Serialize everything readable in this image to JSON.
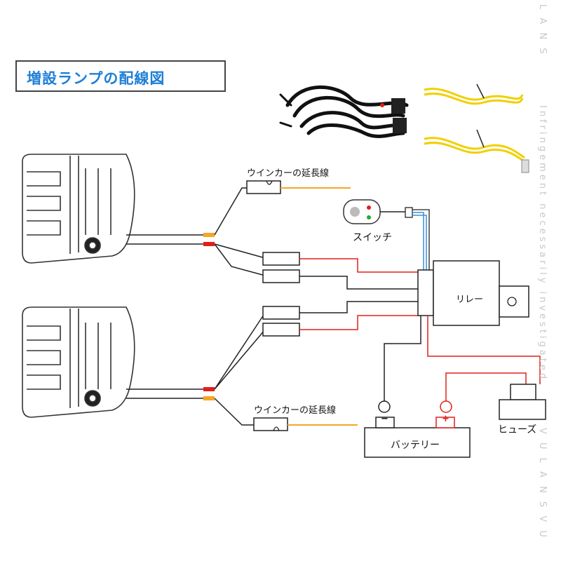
{
  "title": "増設ランプの配線図",
  "labels": {
    "turn_ext_top": "ウインカーの延長線",
    "turn_ext_bottom": "ウインカーの延長線",
    "switch": "スイッチ",
    "relay": "リレー",
    "fuse": "ヒューズ",
    "battery": "バッテリー",
    "neg_symbol": "⊖",
    "pos_symbol": "⊕",
    "neg_terminal": "−",
    "pos_terminal": "+"
  },
  "watermark": {
    "top": "L A N S",
    "text": "Infringement necessarily investigated",
    "bottom": "V U L A N S V U"
  },
  "colors": {
    "title": "#1e7fd6",
    "wire_black": "#222222",
    "wire_red": "#e0201a",
    "wire_orange": "#f5a623",
    "wire_blue": "#3a8fd9",
    "harness_yellow": "#f0d000"
  }
}
